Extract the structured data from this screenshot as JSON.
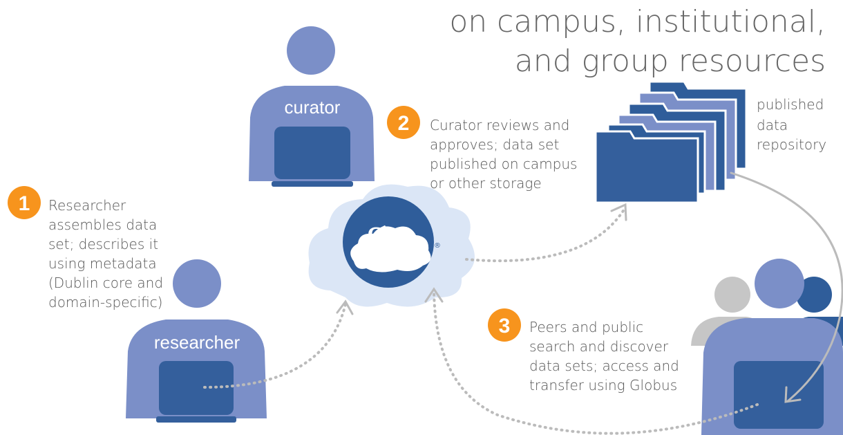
{
  "header": {
    "line1": "on campus, institutional,",
    "line2": "and group resources"
  },
  "people": {
    "curator_label": "curator",
    "researcher_label": "researcher"
  },
  "steps": [
    {
      "number": "1",
      "lines": [
        "Researcher",
        "assembles data",
        "set; describes it",
        "using metadata",
        "(Dublin core and",
        "domain-specific)"
      ]
    },
    {
      "number": "2",
      "lines": [
        "Curator reviews and",
        "approves; data set",
        "published on campus",
        "or other storage"
      ]
    },
    {
      "number": "3",
      "lines": [
        "Peers and public",
        "search and discover",
        "data sets; access and",
        "transfer using Globus"
      ]
    }
  ],
  "repository": {
    "lines": [
      "published",
      "data",
      "repository"
    ]
  },
  "logo": {
    "letter": "g",
    "registered": "®"
  },
  "colors": {
    "person_light": "#7b8fc8",
    "person_dark": "#2f5d9a",
    "person_gray": "#c6c6c6",
    "laptop": "#345f9c",
    "step_badge": "#f7941d",
    "cloud": "#dbe6f6",
    "arrow": "#bbbbbb"
  }
}
